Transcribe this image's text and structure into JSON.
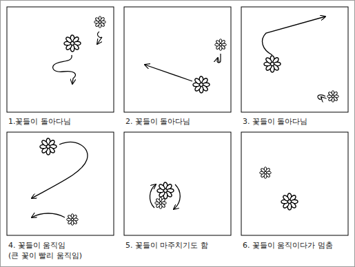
{
  "diagram": {
    "labels": [
      "1.꽃들이 돌아다님",
      "2. 꽃들이 돌아다님",
      "3. 꽃들이 돌아다님",
      "4. 꽃들이 움직임",
      "(큰 꽃이 빨리 움직임)",
      "5. 꽃들이 마주치기도 함",
      "6. 꽃들이 움직이다가 멈춤"
    ]
  }
}
